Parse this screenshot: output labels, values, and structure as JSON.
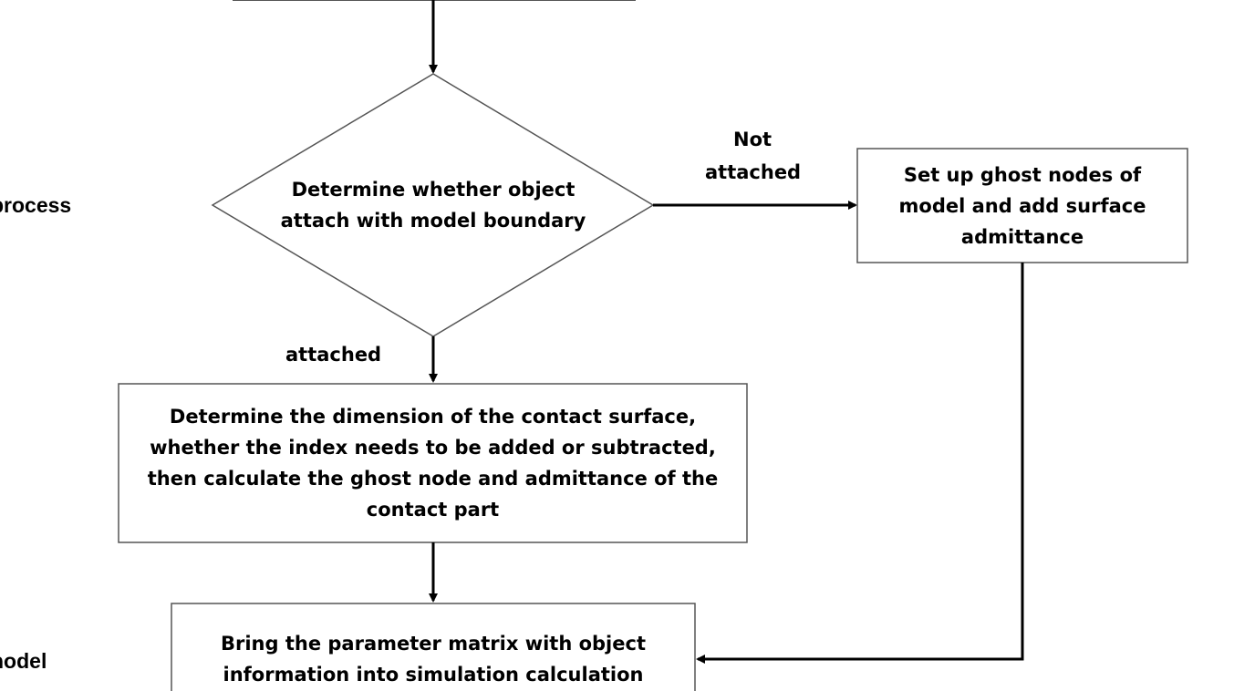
{
  "diagram": {
    "side_labels": {
      "upper": "process",
      "lower": "nodel"
    },
    "decision": {
      "line1": "Determine whether object",
      "line2": "attach with model boundary"
    },
    "ghost_box": {
      "line1": "Set up ghost nodes of",
      "line2": "model and add surface",
      "line3": "admittance"
    },
    "contact_box": {
      "line1": "Determine the dimension of the contact surface,",
      "line2": "whether the index needs to be added or subtracted,",
      "line3": "then calculate the ghost node and admittance of the",
      "line4": "contact part"
    },
    "bring_box": {
      "line1": "Bring the parameter matrix with object",
      "line2": "information into  simulation calculation"
    },
    "edge_labels": {
      "not_attached_line1": "Not",
      "not_attached_line2": "attached",
      "attached": "attached"
    },
    "colors": {
      "stroke": "#000000",
      "background": "#ffffff",
      "box_border": "#555555"
    }
  }
}
